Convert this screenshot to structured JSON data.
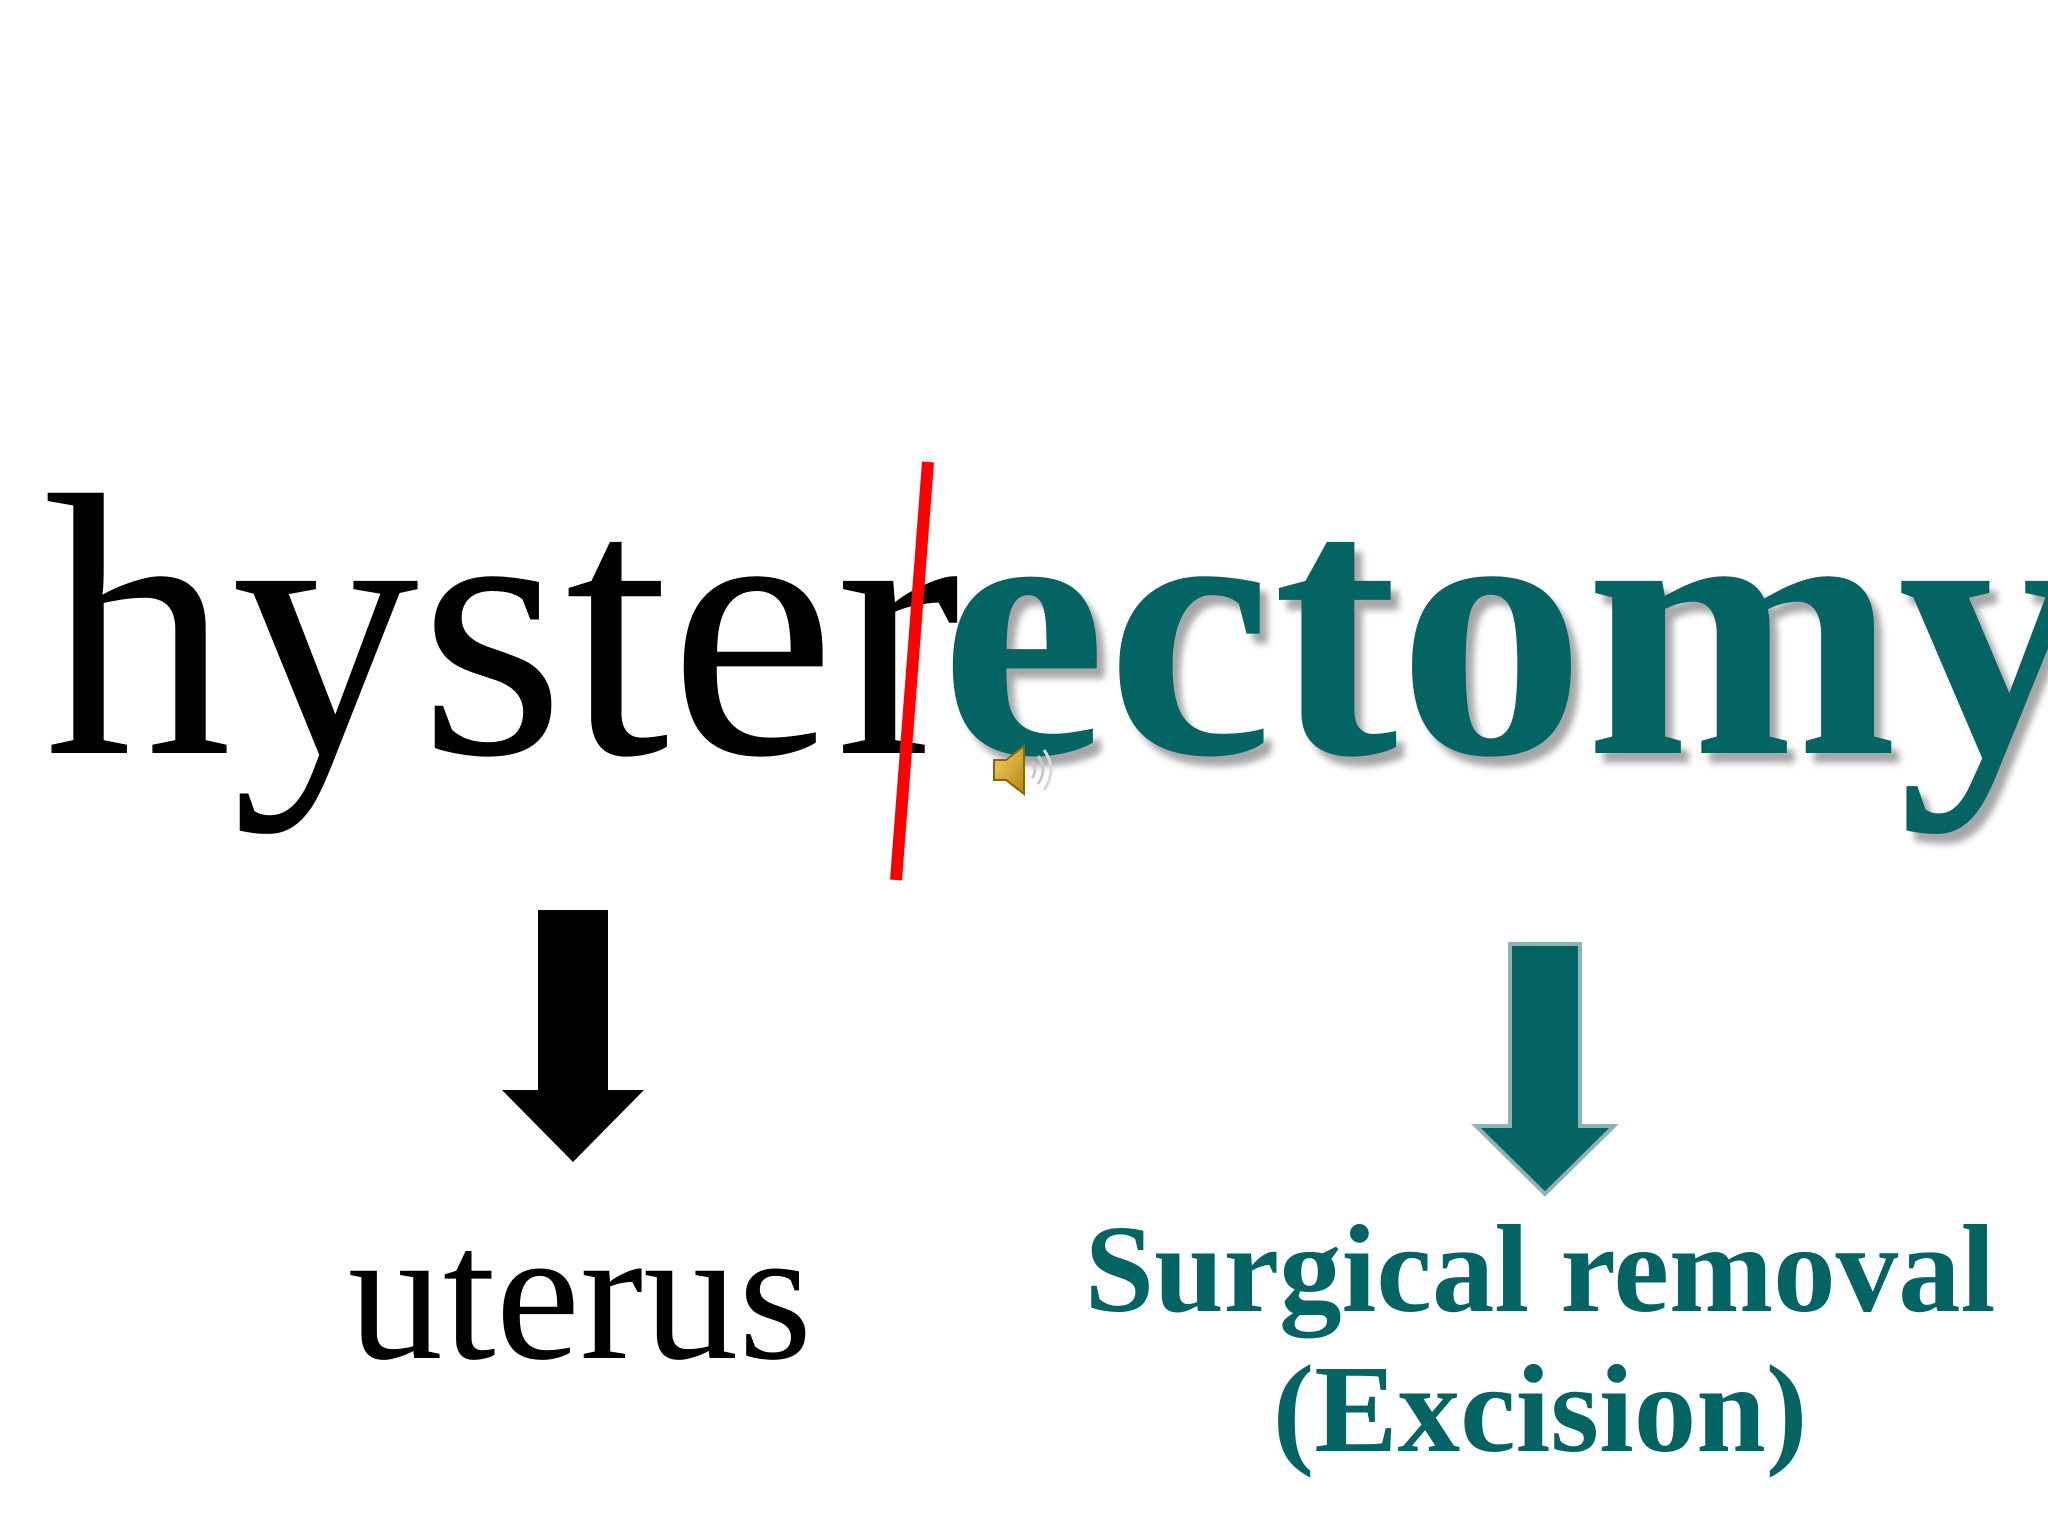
{
  "term": {
    "root": "hyster",
    "suffix": "ectomy"
  },
  "meanings": {
    "root": "uterus",
    "suffix_line1": "Surgical removal",
    "suffix_line2": "(Excision)"
  },
  "colors": {
    "root_text": "#000000",
    "suffix_text": "#046363",
    "divider": "#ff0000",
    "root_arrow": "#000000",
    "suffix_arrow": "#046363",
    "speaker": "#d4a017"
  },
  "icons": {
    "speaker": "speaker-icon"
  }
}
